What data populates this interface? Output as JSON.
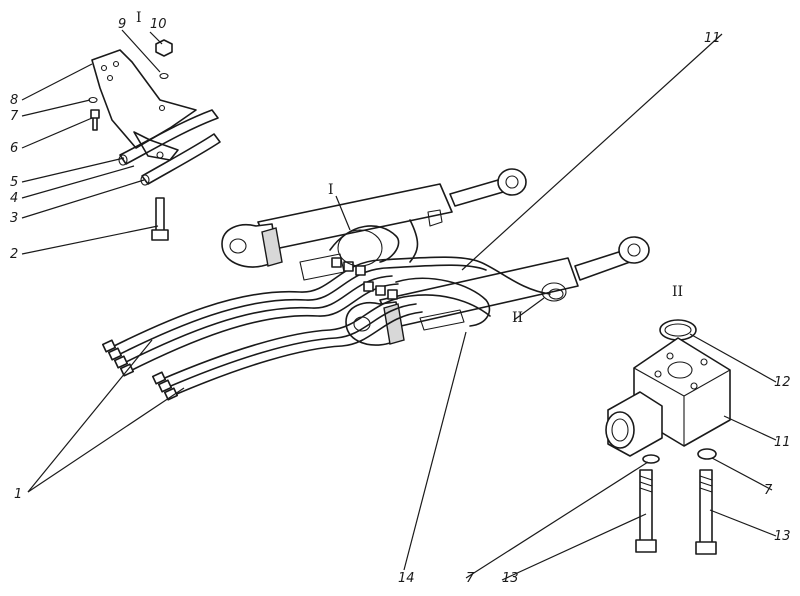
{
  "callouts": {
    "c1": "1",
    "c2": "2",
    "c3": "3",
    "c4": "4",
    "c5": "5",
    "c6": "6",
    "c7a": "7",
    "c8": "8",
    "c9": "9",
    "c10": "10",
    "c11a": "11",
    "c11b": "11",
    "c12": "12",
    "c13a": "13",
    "c13b": "13",
    "c14": "14",
    "c7b": "7",
    "c7c": "7"
  },
  "views": {
    "v1_top": "I",
    "v1_cyl": "I",
    "v2_cyl": "II",
    "v2_detail": "II"
  }
}
